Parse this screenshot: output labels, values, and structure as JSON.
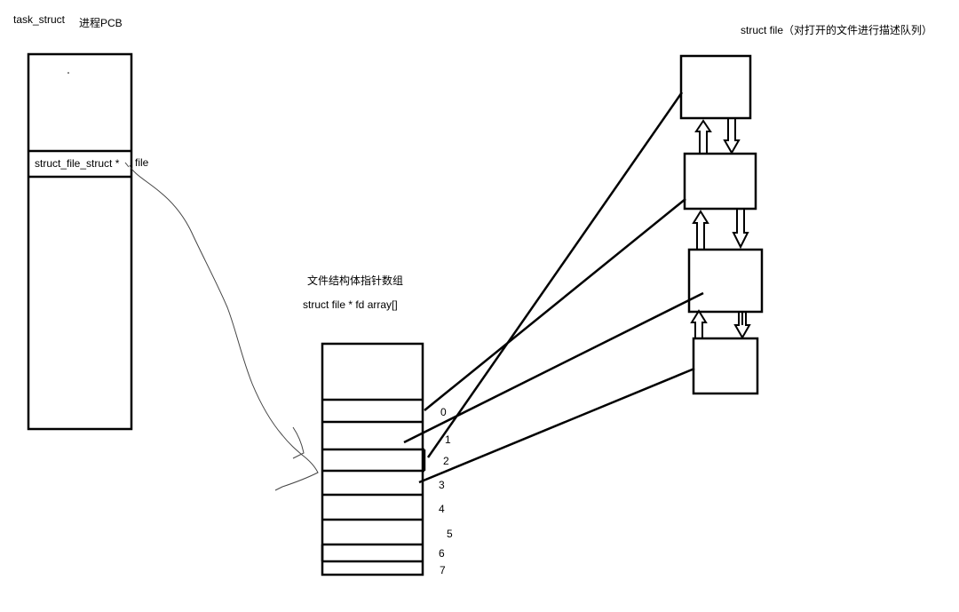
{
  "task_struct": {
    "title": "task_struct",
    "subtitle": "进程PCB",
    "field": "struct_file_struct *",
    "field_suffix": "file"
  },
  "fd_array": {
    "title_cn": "文件结构体指针数组",
    "title_code": "struct file  * fd array[]",
    "indices": [
      "0",
      "1",
      "2",
      "3",
      "4",
      "5",
      "6",
      "7"
    ]
  },
  "file_list": {
    "title": "struct file（对打开的文件进行描述队列）",
    "node_count": 4
  },
  "colors": {
    "stroke": "#000000",
    "curve": "#444444",
    "background": "#ffffff"
  }
}
